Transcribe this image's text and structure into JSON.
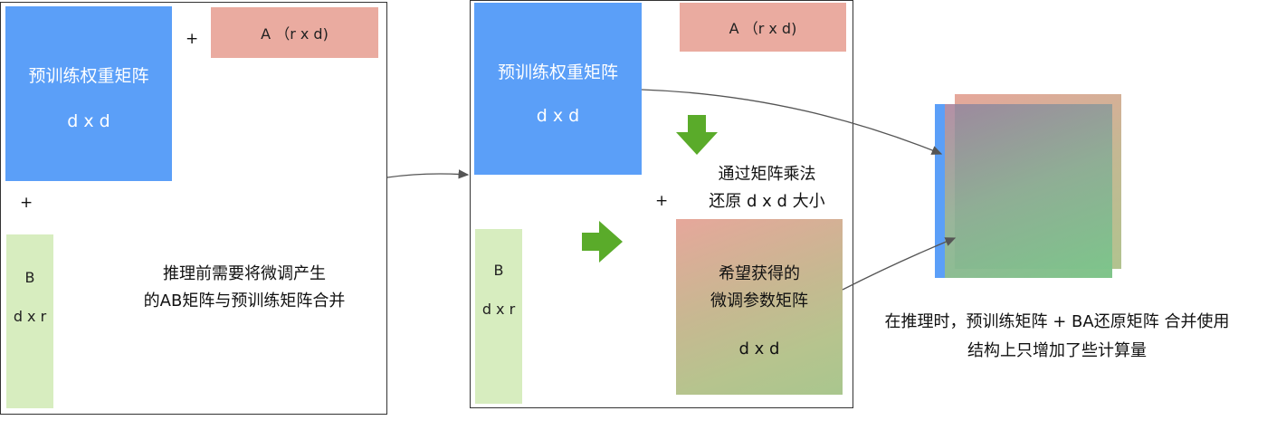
{
  "left": {
    "pretrained": {
      "title": "预训练权重矩阵",
      "dim": "d x d"
    },
    "plus_a": "+",
    "a_box": "A （r x d)",
    "plus_b": "+",
    "b_box": {
      "title": "B",
      "dim": "d x r"
    },
    "desc": [
      "推理前需要将微调产生",
      "的AB矩阵与预训练矩阵合并"
    ]
  },
  "middle": {
    "pretrained": {
      "title": "预训练权重矩阵",
      "dim": "d x d"
    },
    "a_box": "A （r x d)",
    "note": [
      "通过矩阵乘法",
      "还原 d x d 大小"
    ],
    "plus": "+",
    "b_box": {
      "title": "B",
      "dim": "d x r"
    },
    "result": {
      "lines": [
        "希望获得的",
        "微调参数矩阵"
      ],
      "dim": "d x d"
    }
  },
  "right": {
    "caption": [
      "在推理时，预训练矩阵 + BA还原矩阵 合并使用",
      "结构上只增加了些计算量"
    ]
  },
  "colors": {
    "blue": "#5b9ff8",
    "pink": "#eaaba0",
    "light_green": "#d7edbf",
    "arrow_green": "#5aab2a"
  }
}
